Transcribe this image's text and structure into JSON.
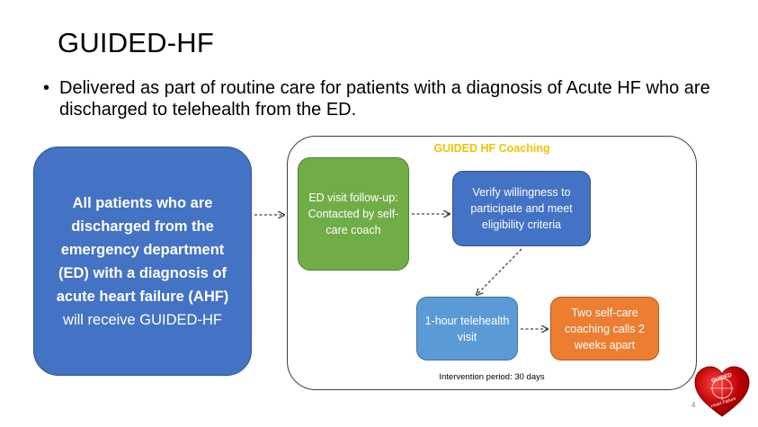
{
  "slide": {
    "title": "GUIDED-HF",
    "bullet": "Delivered as part of routine care for patients with a diagnosis of Acute HF who are discharged to telehealth from the ED.",
    "page_number": "4"
  },
  "left_box": {
    "bold_text": "All patients who are discharged from the emergency department (ED) with a diagnosis of acute heart failure (AHF)",
    "normal_text": " will receive GUIDED-HF"
  },
  "coaching_panel": {
    "title": "GUIDED HF Coaching",
    "steps": [
      "ED visit follow-up: Contacted by self-care coach",
      "Verify willingness to participate and meet eligibility criteria",
      "1-hour telehealth visit",
      "Two self-care coaching calls 2 weeks apart"
    ],
    "footer": "Intervention period: 30 days"
  },
  "logo": {
    "icon": "heart-logo",
    "text_top": "GUIDED",
    "text_bottom": "Heart Failure"
  },
  "colors": {
    "blue": "#4472C4",
    "green": "#70AD47",
    "light_blue": "#5B9BD5",
    "orange": "#ED7D31",
    "panel_title": "#F2C300",
    "heart_red": "#C00000"
  }
}
